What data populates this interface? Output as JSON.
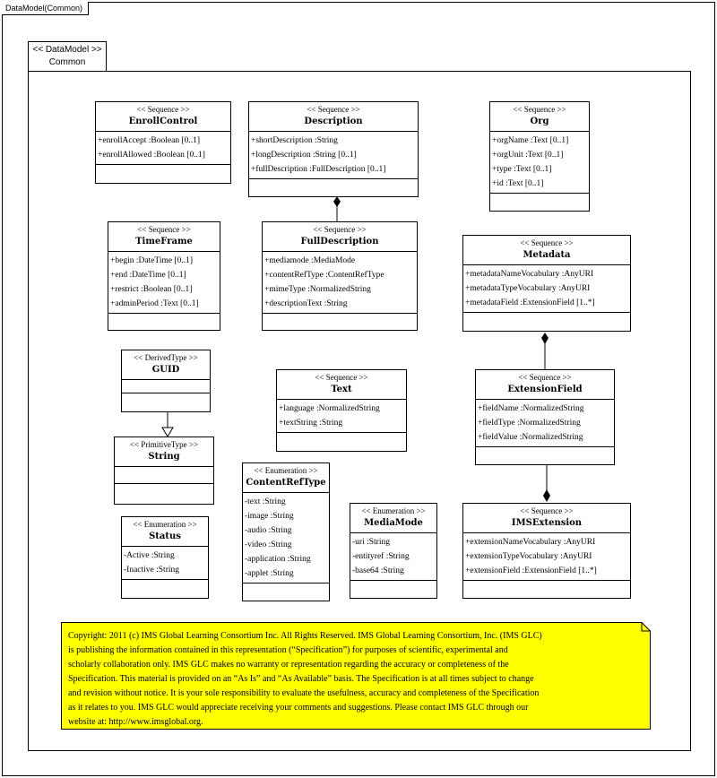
{
  "frame_title": "DataModel(Common)",
  "package": {
    "stereotype": "<< DataModel >>",
    "name": "Common"
  },
  "classes": {
    "enrollcontrol": {
      "stereotype": "<< Sequence >>",
      "name": "EnrollControl",
      "attributes": [
        "+enrollAccept :Boolean [0..1]",
        "+enrollAllowed :Boolean [0..1]"
      ]
    },
    "description": {
      "stereotype": "<< Sequence >>",
      "name": "Description",
      "attributes": [
        "+shortDescription :String",
        "+longDescription :String [0..1]",
        "+fullDescription :FullDescription [0..1]"
      ]
    },
    "org": {
      "stereotype": "<< Sequence >>",
      "name": "Org",
      "attributes": [
        "+orgName :Text [0..1]",
        "+orgUnit :Text [0..1]",
        "+type :Text [0..1]",
        "+id :Text [0..1]"
      ]
    },
    "timeframe": {
      "stereotype": "<< Sequence >>",
      "name": "TimeFrame",
      "attributes": [
        "+begin :DateTime [0..1]",
        "+end :DateTime [0..1]",
        "+restrict :Boolean [0..1]",
        "+adminPeriod :Text [0..1]"
      ]
    },
    "fulldescription": {
      "stereotype": "<< Sequence >>",
      "name": "FullDescription",
      "attributes": [
        "+mediamode :MediaMode",
        "+contentRefType :ContentRefType",
        "+mimeType :NormalizedString",
        "+descriptionText :String"
      ]
    },
    "metadata": {
      "stereotype": "<< Sequence >>",
      "name": "Metadata",
      "attributes": [
        "+metadataNameVocabulary :AnyURI",
        "+metadataTypeVocabulary :AnyURI",
        "+metadataField :ExtensionField [1..*]"
      ]
    },
    "guid": {
      "stereotype": "<< DerivedType >>",
      "name": "GUID",
      "attributes": []
    },
    "text": {
      "stereotype": "<< Sequence >>",
      "name": "Text",
      "attributes": [
        "+language :NormalizedString",
        "+textString :String"
      ]
    },
    "extensionfield": {
      "stereotype": "<< Sequence >>",
      "name": "ExtensionField",
      "attributes": [
        "+fieldName :NormalizedString",
        "+fieldType :NormalizedString",
        "+fieldValue :NormalizedString"
      ]
    },
    "string": {
      "stereotype": "<< PrimitiveType >>",
      "name": "String",
      "attributes": []
    },
    "contentreftype": {
      "stereotype": "<< Enumeration >>",
      "name": "ContentRefType",
      "attributes": [
        "-text :String",
        "-image :String",
        "-audio :String",
        "-video :String",
        "-application :String",
        "-applet :String"
      ]
    },
    "status": {
      "stereotype": "<< Enumeration >>",
      "name": "Status",
      "attributes": [
        "-Active :String",
        "-Inactive :String"
      ]
    },
    "mediamode": {
      "stereotype": "<< Enumeration >>",
      "name": "MediaMode",
      "attributes": [
        "-uri :String",
        "-entityref :String",
        "-base64 :String"
      ]
    },
    "imsextension": {
      "stereotype": "<< Sequence >>",
      "name": "IMSExtension",
      "attributes": [
        "+extensionNameVocabulary :AnyURI",
        "+extensionTypeVocabulary :AnyURI",
        "+extensionField :ExtensionField [1..*]"
      ]
    }
  },
  "note": {
    "lines": [
      "Copyright: 2011 (c) IMS Global Learning Consortium Inc.  All Rights Reserved.  IMS Global Learning Consortium, Inc. (IMS GLC)",
      "is publishing the information contained in this representation (“Specification”) for purposes of scientific, experimental and",
      "scholarly collaboration only.  IMS GLC makes no warranty or representation regarding  the accuracy or completeness of the",
      "Specification.  This material is provided on an “As Is” and “As Available” basis.  The Specification is at all times subject to change",
      "and revision without notice.  It is your sole responsibility to evaluate the usefulness, accuracy and completeness of the Specification",
      "as it relates to you.  IMS GLC would appreciate receiving your comments and suggestions.  Please contact IMS GLC through our",
      "website at: http://www.imsglobal.org."
    ],
    "fill_color": "#ffff00"
  }
}
